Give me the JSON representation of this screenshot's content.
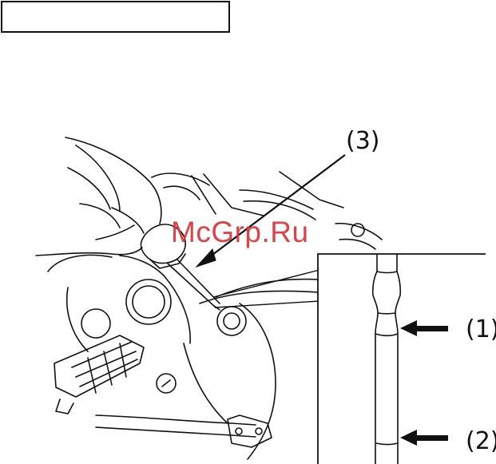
{
  "header_box": {
    "text": ""
  },
  "callouts": {
    "c3": "(3)",
    "c1": "(1)",
    "c2": "(2)"
  },
  "watermark": {
    "text": "McGrp.Ru"
  },
  "colors": {
    "ink": "#111111",
    "watermark": "#d8343a",
    "background": "#ffffff"
  }
}
